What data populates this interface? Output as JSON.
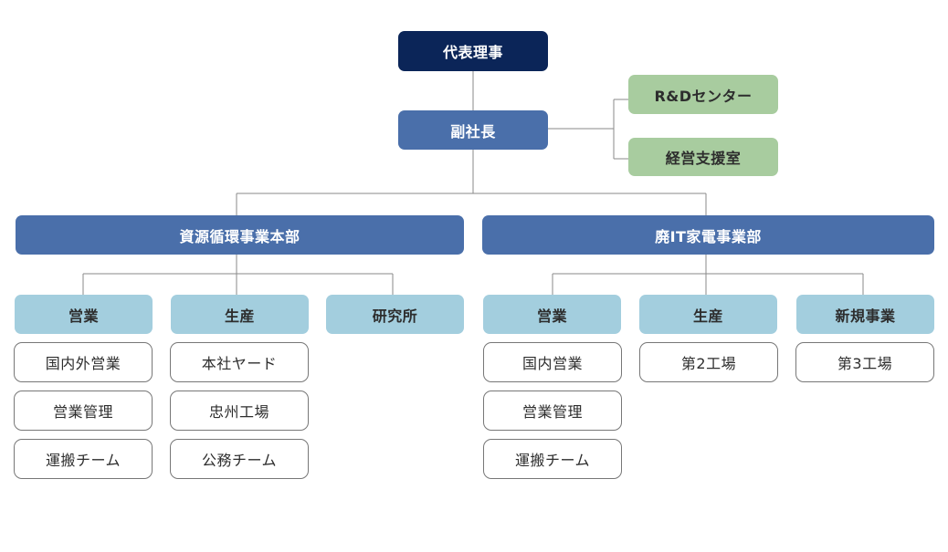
{
  "colors": {
    "top": "#0b2558",
    "division": "#4a6faa",
    "staff": "#a8cc9f",
    "department": "#a3cede",
    "leaf_border": "#777777",
    "connector": "#8a8a8a"
  },
  "org_chart": {
    "top": "代表理事",
    "vice": "副社長",
    "staff": [
      "R&Dセンター",
      "経営支援室"
    ],
    "divisions": [
      {
        "name": "資源循環事業本部",
        "departments": [
          {
            "name": "営業",
            "units": [
              "国内外営業",
              "営業管理",
              "運搬チーム"
            ]
          },
          {
            "name": "生産",
            "units": [
              "本社ヤード",
              "忠州工場",
              "公務チーム"
            ]
          },
          {
            "name": "研究所",
            "units": []
          }
        ]
      },
      {
        "name": "廃IT家電事業部",
        "departments": [
          {
            "name": "営業",
            "units": [
              "国内営業",
              "営業管理",
              "運搬チーム"
            ]
          },
          {
            "name": "生産",
            "units": [
              "第2工場"
            ]
          },
          {
            "name": "新規事業",
            "units": [
              "第3工場"
            ]
          }
        ]
      }
    ]
  }
}
